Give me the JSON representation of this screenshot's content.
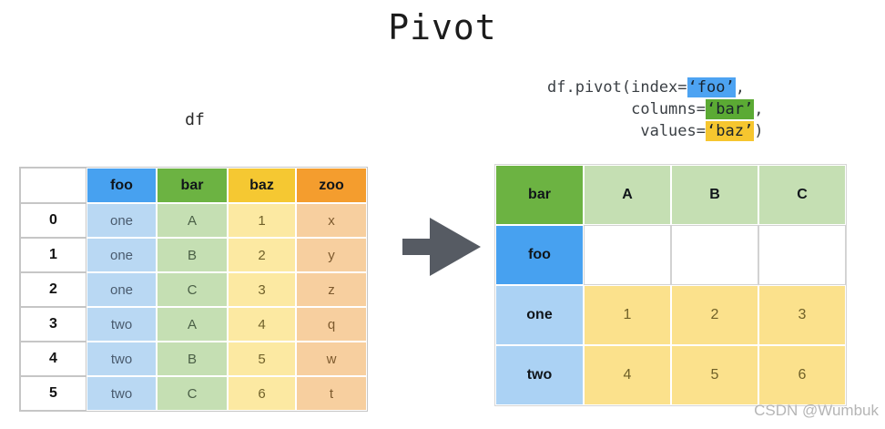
{
  "title": "Pivot",
  "watermark": "CSDN @Wumbuk",
  "arrow": "right-arrow",
  "code": {
    "line1_pre": "df.pivot(index=",
    "line1_highlight": "‘foo’",
    "line1_post": ",",
    "line2_pre": "         columns=",
    "line2_highlight": "‘bar’",
    "line2_post": ",",
    "line3_pre": "          values=",
    "line3_highlight": "‘baz’",
    "line3_post": ")"
  },
  "left_table": {
    "label": "df",
    "columns": [
      "foo",
      "bar",
      "baz",
      "zoo"
    ],
    "index": [
      "0",
      "1",
      "2",
      "3",
      "4",
      "5"
    ],
    "rows": [
      [
        "one",
        "A",
        "1",
        "x"
      ],
      [
        "one",
        "B",
        "2",
        "y"
      ],
      [
        "one",
        "C",
        "3",
        "z"
      ],
      [
        "two",
        "A",
        "4",
        "q"
      ],
      [
        "two",
        "B",
        "5",
        "w"
      ],
      [
        "two",
        "C",
        "6",
        "t"
      ]
    ]
  },
  "right_table": {
    "corner_label": "bar",
    "column_headers": [
      "A",
      "B",
      "C"
    ],
    "index_label": "foo",
    "empty_row": [
      "",
      "",
      ""
    ],
    "row_labels": [
      "one",
      "two"
    ],
    "values": [
      [
        "1",
        "2",
        "3"
      ],
      [
        "4",
        "5",
        "6"
      ]
    ]
  },
  "colors": {
    "blue": "#47a1f0",
    "blue-mid": "#abd2f4",
    "blue-light": "#b9d8f3",
    "green": "#6cb342",
    "green-light": "#c5dfb3",
    "yellow": "#f5c832",
    "yellow-mid": "#fbe18c",
    "yellow-light": "#fce9a2",
    "orange": "#f49d2e",
    "orange-light": "#f7cf9f",
    "arrow-gray": "#565b63",
    "code-highlight-blue": "#4da3f2",
    "code-highlight-green": "#5baa34",
    "code-highlight-yellow": "#f6c62f"
  }
}
